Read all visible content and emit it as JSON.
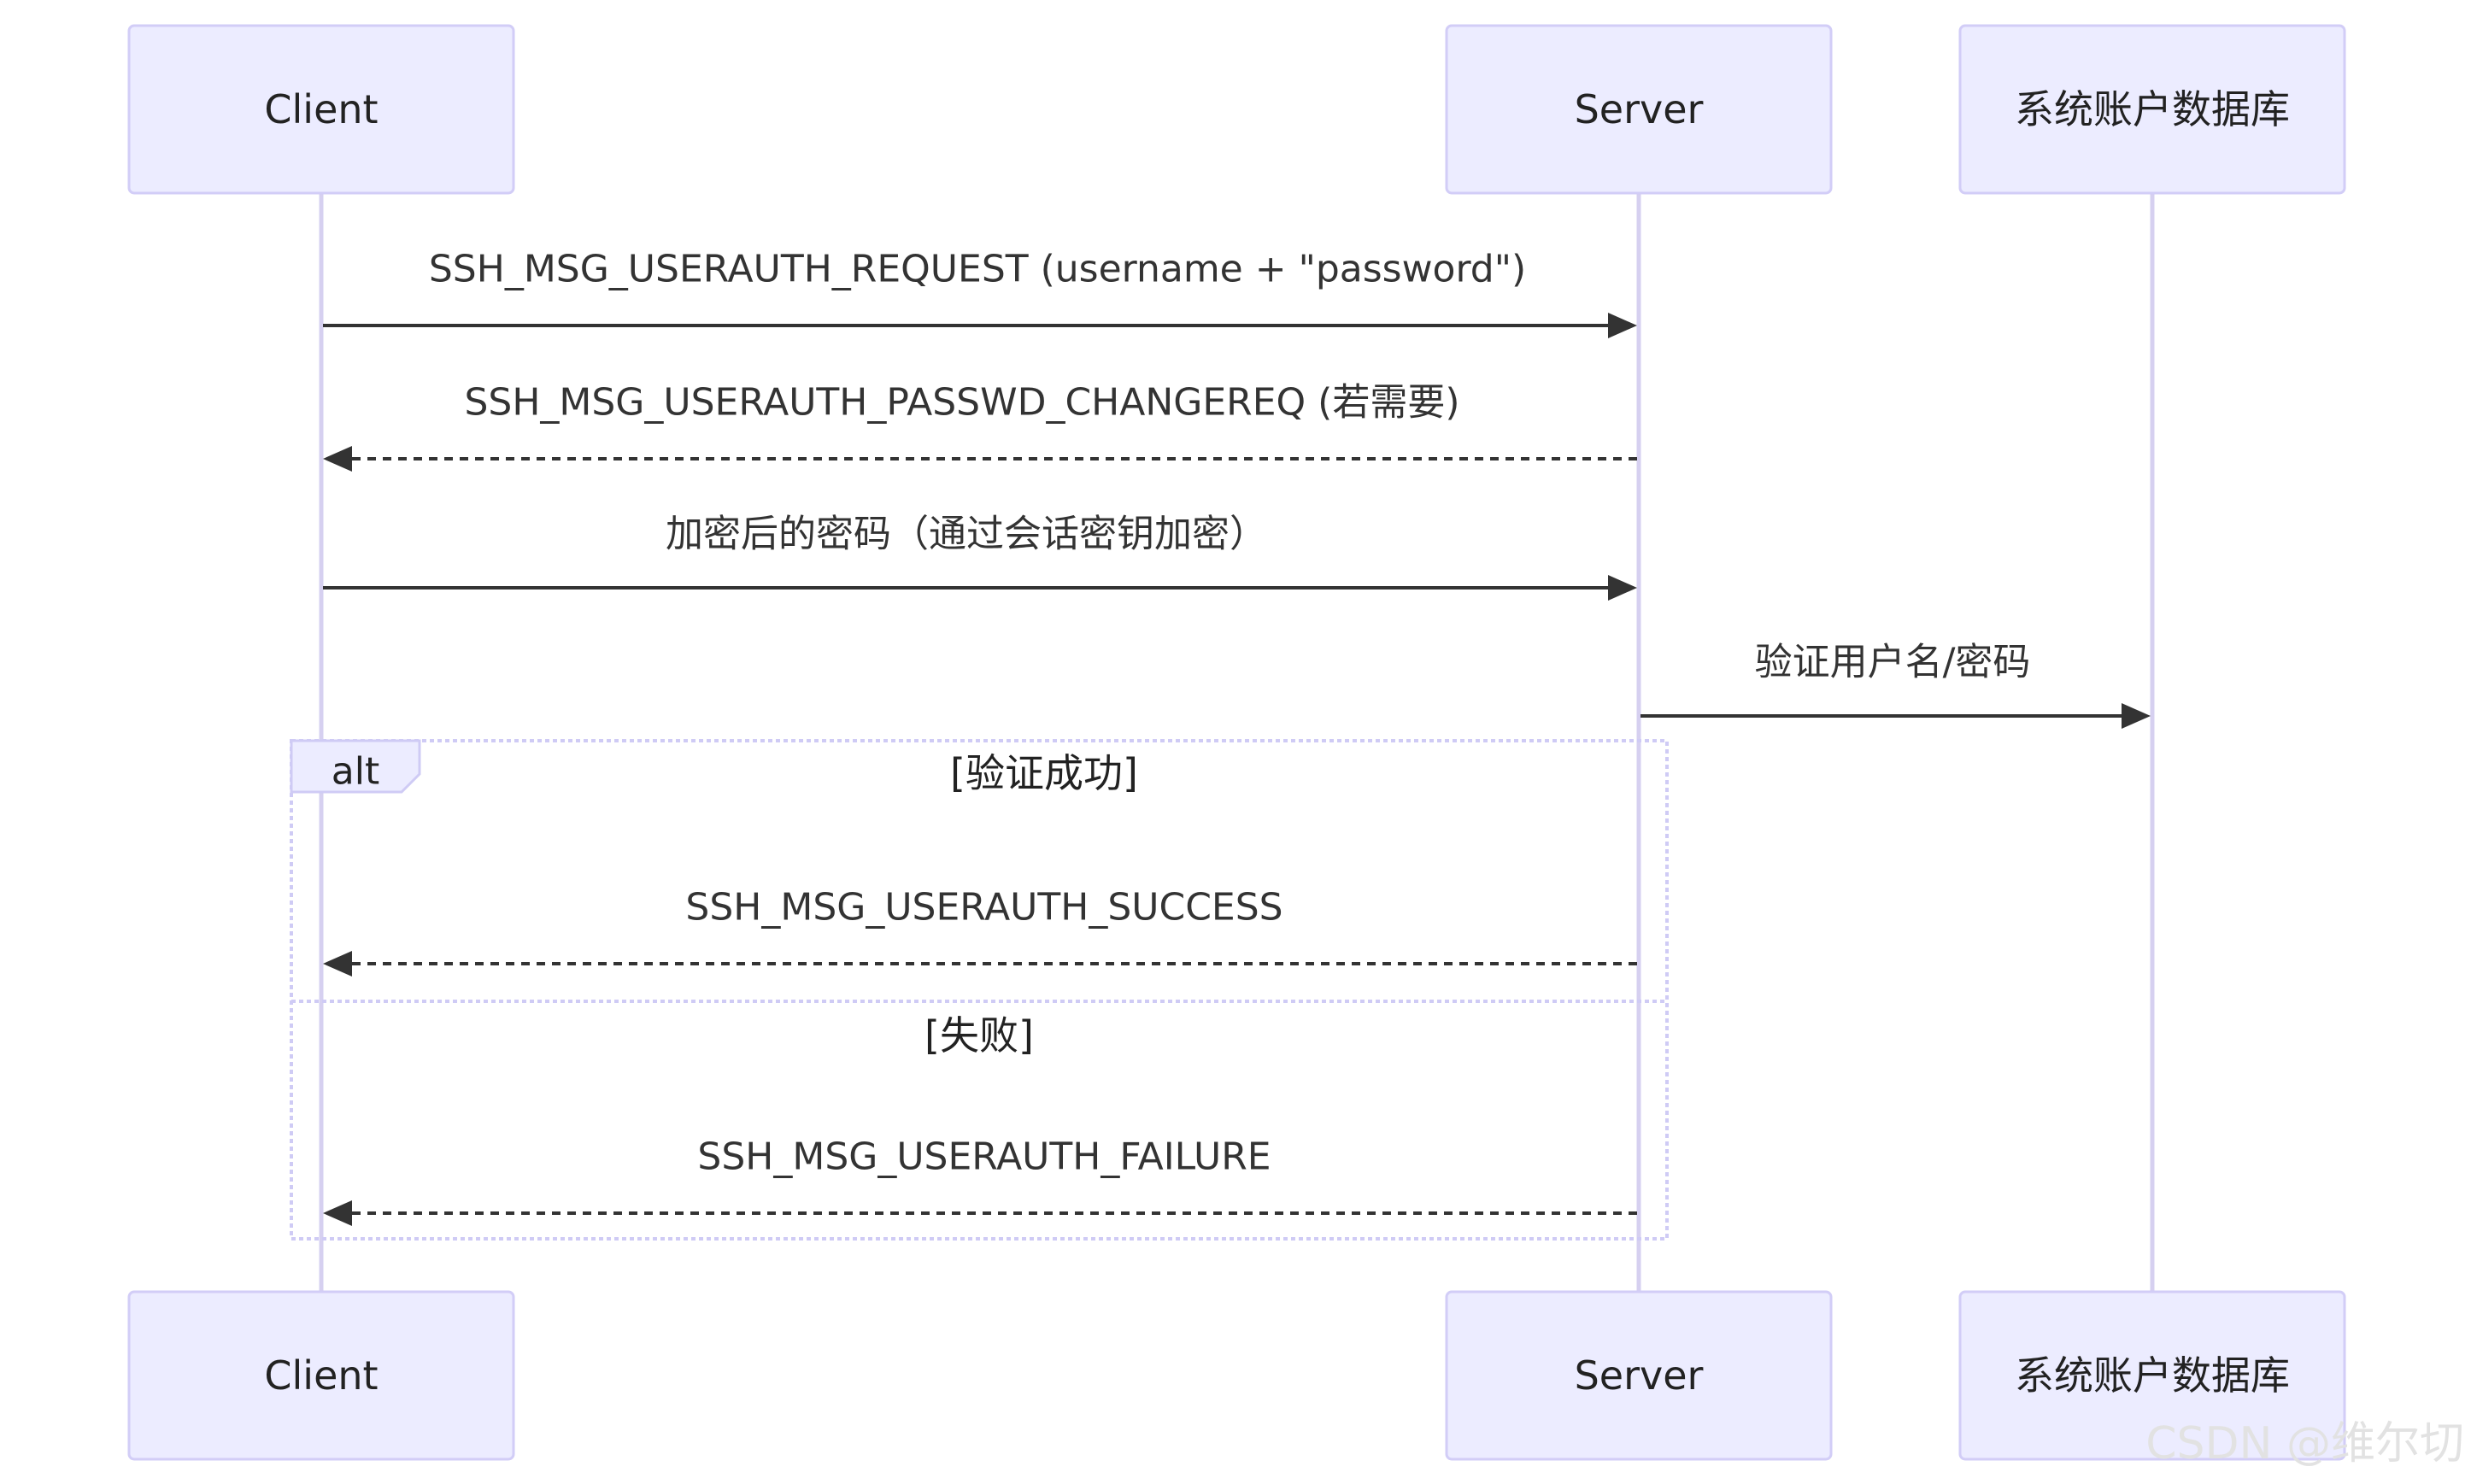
{
  "participants": [
    {
      "id": "client",
      "label": "Client"
    },
    {
      "id": "server",
      "label": "Server"
    },
    {
      "id": "db",
      "label": "系统账户数据库"
    }
  ],
  "messages": [
    {
      "from": "client",
      "to": "server",
      "style": "solid",
      "label": "SSH_MSG_USERAUTH_REQUEST (username + \"password\")"
    },
    {
      "from": "server",
      "to": "client",
      "style": "dashed",
      "label": "SSH_MSG_USERAUTH_PASSWD_CHANGEREQ (若需要)"
    },
    {
      "from": "client",
      "to": "server",
      "style": "solid",
      "label": "加密后的密码（通过会话密钥加密）"
    },
    {
      "from": "server",
      "to": "db",
      "style": "solid",
      "label": "验证用户名/密码"
    },
    {
      "from": "server",
      "to": "client",
      "style": "dashed",
      "label": "SSH_MSG_USERAUTH_SUCCESS"
    },
    {
      "from": "server",
      "to": "client",
      "style": "dashed",
      "label": "SSH_MSG_USERAUTH_FAILURE"
    }
  ],
  "alt": {
    "keyword": "alt",
    "sections": [
      {
        "condition": "[验证成功]"
      },
      {
        "condition": "[失败]"
      }
    ]
  },
  "watermark": "CSDN @维尔切",
  "colors": {
    "actor_fill": "#ececff",
    "actor_border": "#d2cdf7",
    "lifeline": "#d6d0f0",
    "arrow": "#333333"
  }
}
